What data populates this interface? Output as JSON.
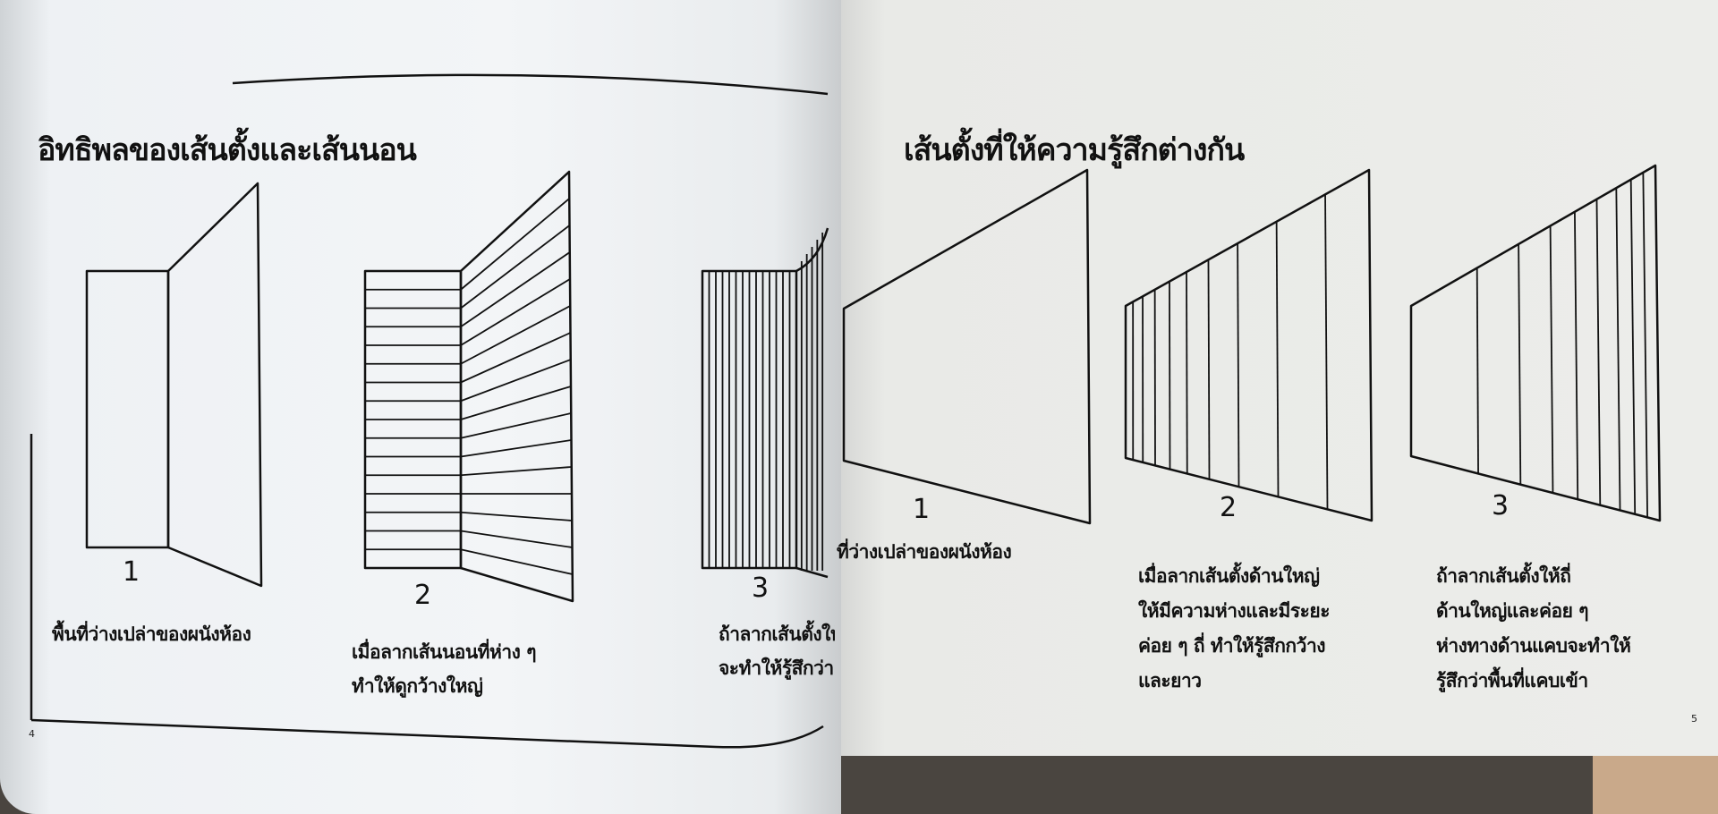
{
  "left_page": {
    "title": "อิทธิพลของเส้นตั้งและเส้นนอน",
    "page_number": "4",
    "figures": [
      {
        "number": "1",
        "caption": [
          "พื้นที่ว่างเปล่าของผนังห้อง"
        ]
      },
      {
        "number": "2",
        "caption": [
          "เมื่อลากเส้นนอนที่ห่าง ๆ",
          "ทำให้ดูกว้างใหญ่"
        ]
      },
      {
        "number": "3",
        "caption": [
          "ถ้าลากเส้นตั้งให้",
          "จะทำให้รู้สึกว่า"
        ]
      }
    ]
  },
  "right_page": {
    "title": "เส้นตั้งที่ให้ความรู้สึกต่างกัน",
    "page_number": "5",
    "figures": [
      {
        "number": "1",
        "caption": [
          "ที่ว่างเปล่าของผนังห้อง"
        ]
      },
      {
        "number": "2",
        "caption": [
          "เมื่อลากเส้นตั้งด้านใหญ่",
          "ให้มีความห่างและมีระยะ",
          "ค่อย ๆ ถี่ ทำให้รู้สึกกว้าง",
          "และยาว"
        ]
      },
      {
        "number": "3",
        "caption": [
          "ถ้าลากเส้นตั้งให้ถี่",
          "ด้านใหญ่และค่อย ๆ",
          "ห่างทางด้านแคบจะทำให้",
          "รู้สึกว่าพื้นที่แคบเข้า"
        ]
      }
    ]
  }
}
